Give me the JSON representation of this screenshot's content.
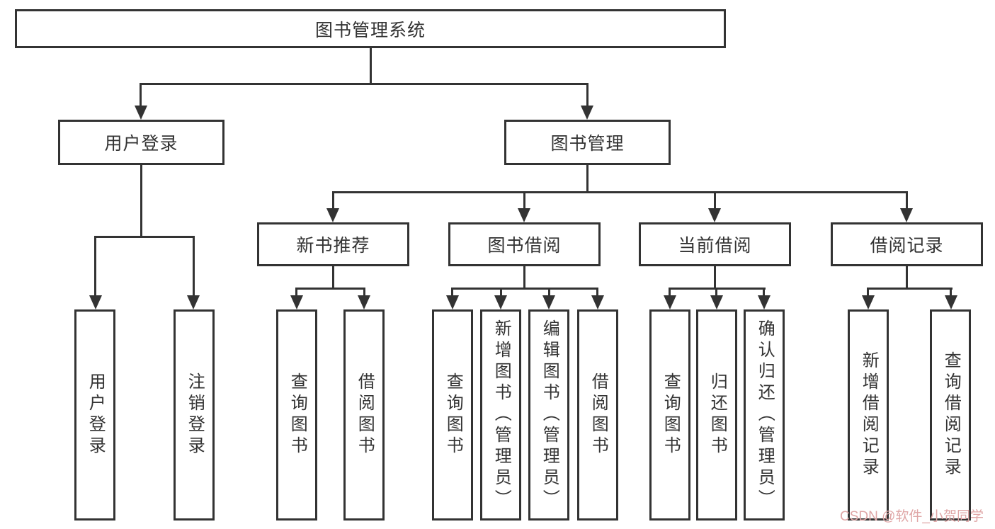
{
  "tree": {
    "label": "图书管理系统",
    "children": [
      {
        "label": "用户登录",
        "children": [
          {
            "label": "用户登录"
          },
          {
            "label": "注销登录"
          }
        ]
      },
      {
        "label": "图书管理",
        "children": [
          {
            "label": "新书推荐",
            "children": [
              {
                "label": "查询图书"
              },
              {
                "label": "借阅图书"
              }
            ]
          },
          {
            "label": "图书借阅",
            "children": [
              {
                "label": "查询图书"
              },
              {
                "label": "新增图书（管理员）"
              },
              {
                "label": "编辑图书（管理员）"
              },
              {
                "label": "借阅图书"
              }
            ]
          },
          {
            "label": "当前借阅",
            "children": [
              {
                "label": "查询图书"
              },
              {
                "label": "归还图书"
              },
              {
                "label": "确认归还（管理员）"
              }
            ]
          },
          {
            "label": "借阅记录",
            "children": [
              {
                "label": "新增借阅记录"
              },
              {
                "label": "查询借阅记录"
              }
            ]
          }
        ]
      }
    ]
  },
  "watermark": {
    "text": "CSDN @软件_小贺同学"
  },
  "colors": {
    "line": "#333333",
    "box_border": "#333333",
    "box_background": "#ffffff",
    "text": "#333333",
    "watermark": "#dfa6a6",
    "background": "#ffffff"
  }
}
